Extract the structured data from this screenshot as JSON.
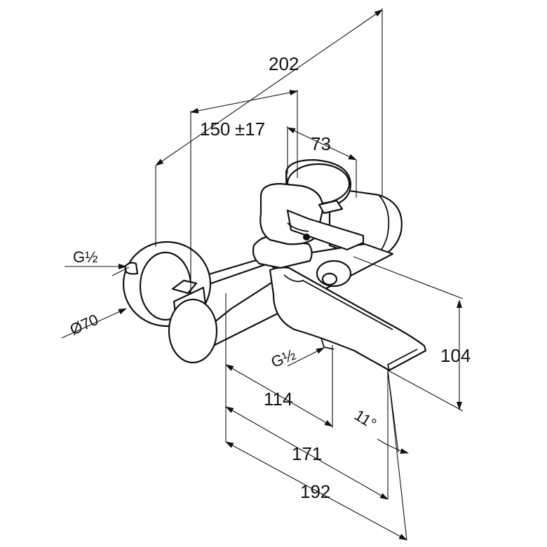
{
  "drawing": {
    "dimensions": {
      "overall_depth": "202",
      "wall_offset": "150",
      "wall_offset_tolerance": "±17",
      "handle_spacing": "73",
      "height": "104",
      "spout_projection_short": "114",
      "spout_projection_mid": "171",
      "spout_projection_long": "192",
      "angle": "11°"
    },
    "labels": {
      "inlet_thread": "G½",
      "outlet_thread": "G½",
      "escutcheon_diameter": "Ø70"
    }
  }
}
